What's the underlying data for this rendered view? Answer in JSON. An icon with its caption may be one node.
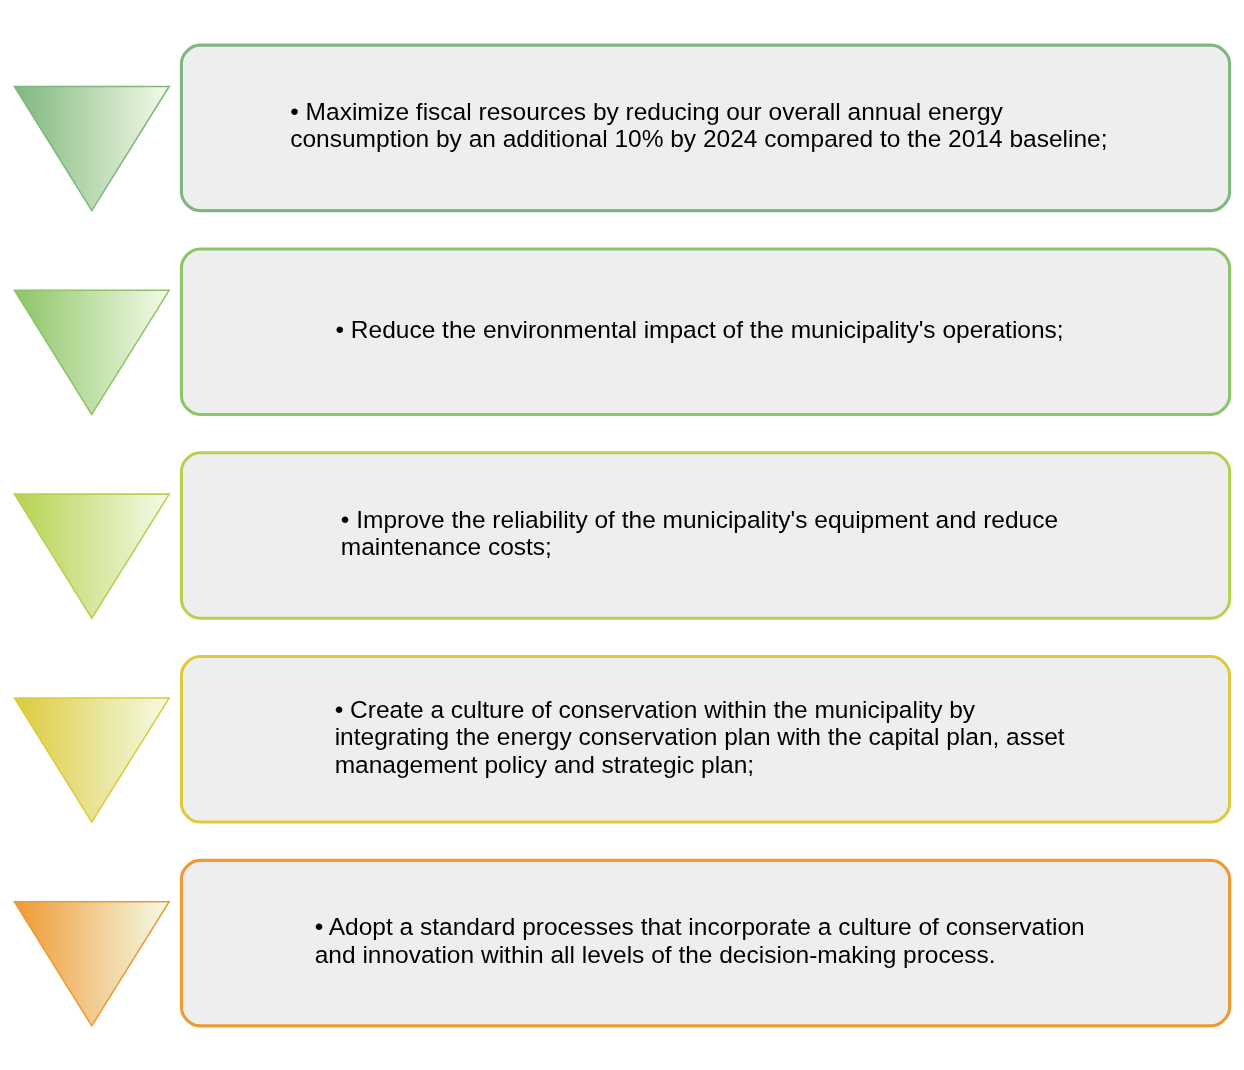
{
  "diagram": {
    "nodes": [
      {
        "text": [],
        "shape": "chevron"
      },
      {
        "text": [
          "• Maximize fiscal resources by reducing our overall annual energy consumption by an additional 10% by 2024 compared to the 2014 baseline;"
        ]
      },
      {
        "text": [],
        "shape": "chevron"
      },
      {
        "text": [
          "• Reduce the environmental impact of the municipality's operations;"
        ]
      },
      {
        "text": [],
        "shape": "chevron"
      },
      {
        "text": [
          "• Improve the reliability of the municipality's equipment and reduce maintenance costs;"
        ]
      },
      {
        "text": [],
        "shape": "chevron"
      },
      {
        "text": [
          "• Create a culture of conservation within the municipality by integrating the energy conservation plan with the capital plan, asset management policy and strategic plan;"
        ]
      },
      {
        "text": [],
        "shape": "chevron"
      },
      {
        "text": [
          "• Adopt a standard processes that incorporate a culture of conservation and innovation within all levels of the decision-making process."
        ]
      }
    ],
    "edges": []
  }
}
